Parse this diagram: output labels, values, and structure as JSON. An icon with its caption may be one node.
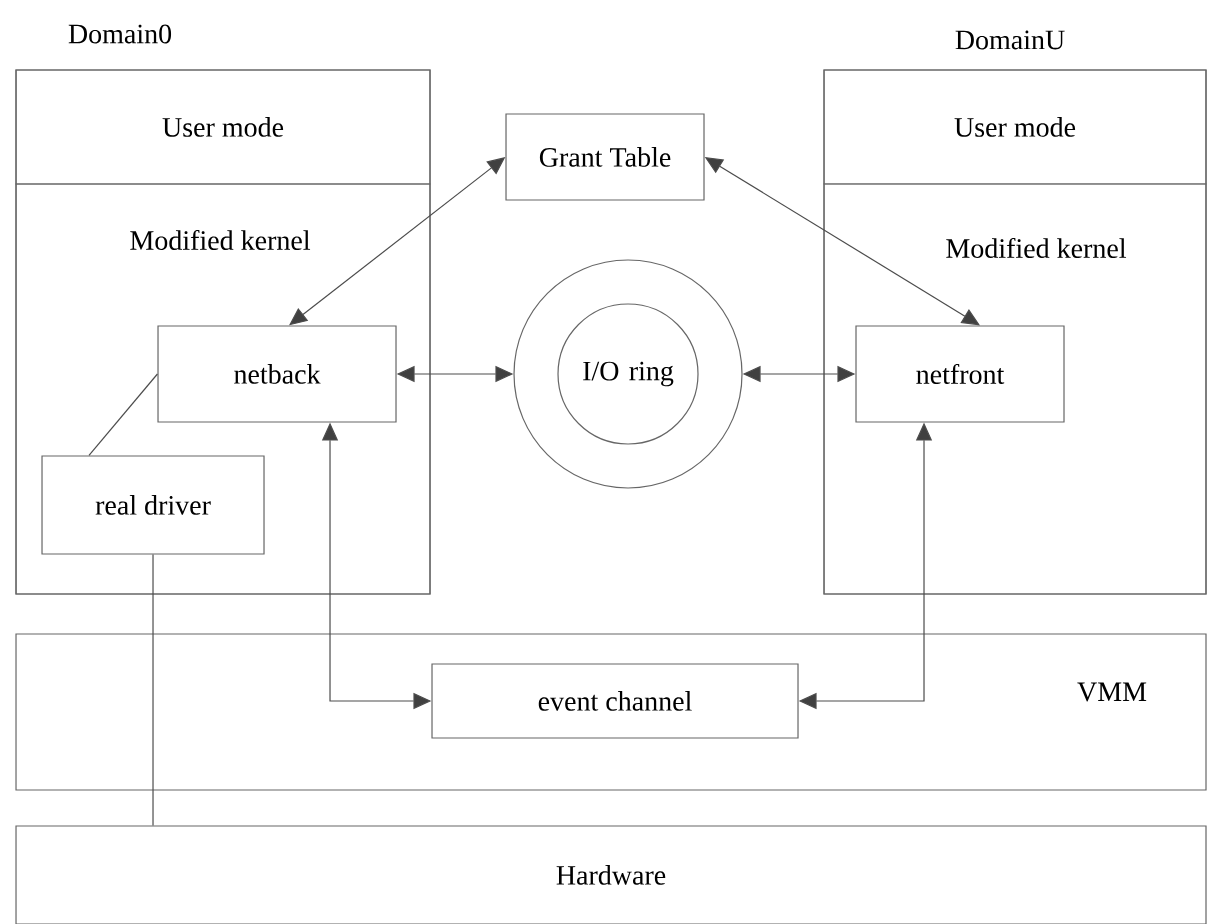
{
  "diagram": {
    "nodes": [
      {
        "text": [
          "Domain0"
        ]
      },
      {
        "text": [
          "User mode"
        ],
        "in": 0
      },
      {
        "text": [
          "Modified kernel"
        ],
        "in": 0
      },
      {
        "text": [
          "netback"
        ],
        "in": 2
      },
      {
        "text": [
          "real driver"
        ],
        "in": 2
      },
      {
        "text": [
          "DomainU"
        ]
      },
      {
        "text": [
          "User mode"
        ],
        "in": 5
      },
      {
        "text": [
          "Modified kernel"
        ],
        "in": 5
      },
      {
        "text": [
          "netfront"
        ],
        "in": 7
      },
      {
        "text": [
          "Grant Table"
        ]
      },
      {
        "text": [
          "I/O ring"
        ]
      },
      {
        "text": [
          "VMM"
        ]
      },
      {
        "text": [
          "event channel"
        ],
        "in": 11
      },
      {
        "text": [
          "Hardware"
        ]
      }
    ],
    "edges": [
      {
        "from": 9,
        "to": 3,
        "arrow": "both"
      },
      {
        "from": 9,
        "to": 8,
        "arrow": "both"
      },
      {
        "from": 3,
        "to": 10,
        "arrow": "both"
      },
      {
        "from": 10,
        "to": 8,
        "arrow": "both"
      },
      {
        "from": 3,
        "to": 12,
        "arrow": "both"
      },
      {
        "from": 8,
        "to": 12,
        "arrow": "both"
      },
      {
        "from": 3,
        "to": 4,
        "arrow": "none"
      },
      {
        "from": 4,
        "to": 13,
        "arrow": "none"
      }
    ]
  }
}
